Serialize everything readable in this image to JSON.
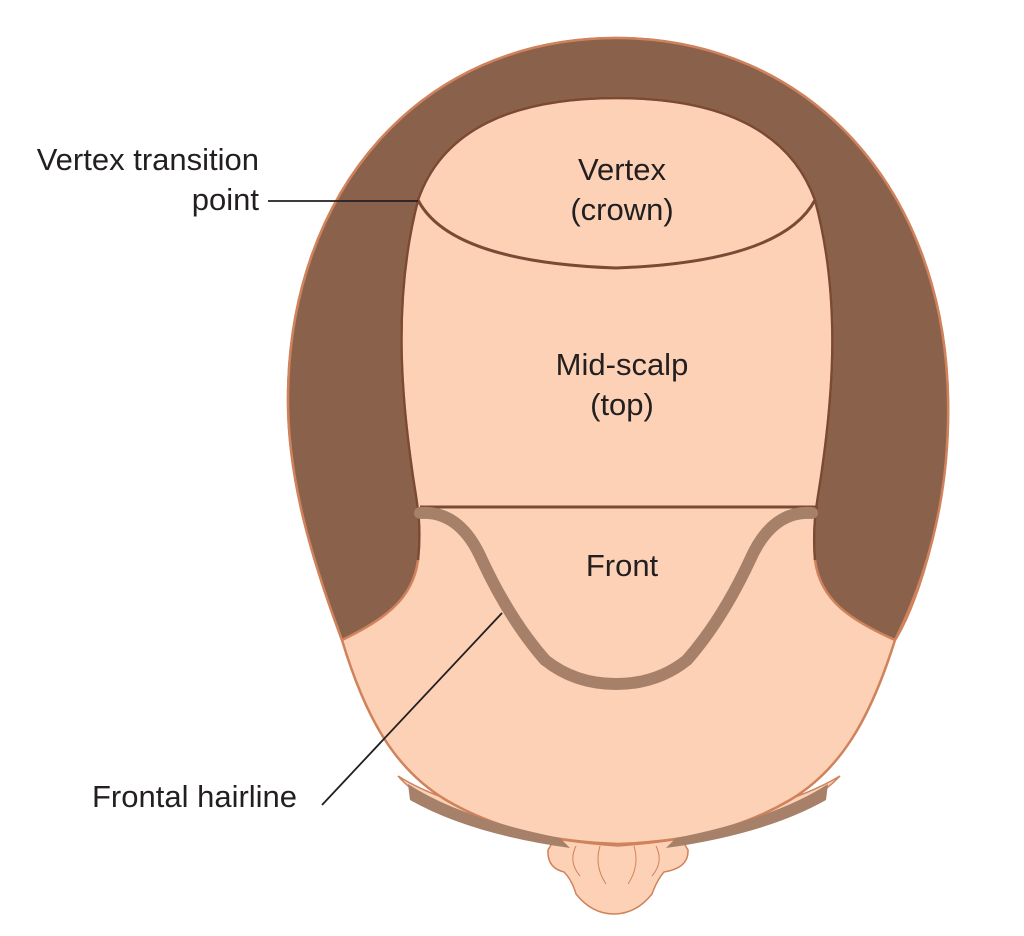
{
  "labels": {
    "vertex_transition_line1": "Vertex transition",
    "vertex_transition_line2": "point",
    "vertex_line1": "Vertex",
    "vertex_line2": "(crown)",
    "midscalp_line1": "Mid-scalp",
    "midscalp_line2": "(top)",
    "front": "Front",
    "frontal_hairline": "Frontal hairline"
  },
  "colors": {
    "skin": "#fcd1b6",
    "skin_outline": "#d0825c",
    "hair": "#8a624b",
    "region_line": "#7a4a35",
    "hairline_band": "#a68068",
    "leader_line": "#231f20"
  }
}
